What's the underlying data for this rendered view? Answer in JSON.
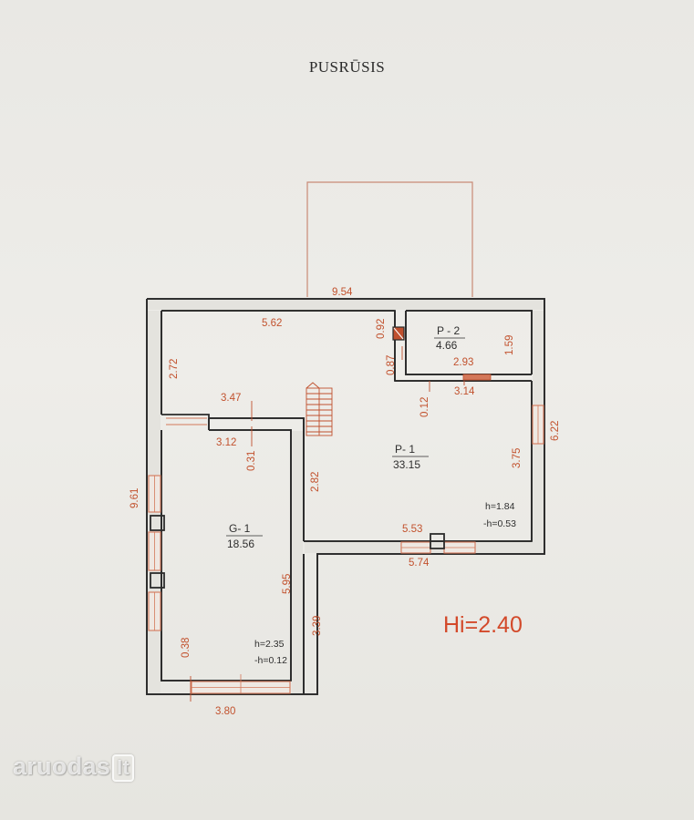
{
  "title": "PUSRŪSIS",
  "rooms": {
    "p1": {
      "label": "P- 1",
      "area": "33.15",
      "h": "h=1.84",
      "neg_h": "-h=0.53"
    },
    "p2": {
      "label": "P - 2",
      "area": "4.66"
    },
    "g1": {
      "label": "G- 1",
      "area": "18.56",
      "h": "h=2.35",
      "neg_h": "-h=0.12"
    }
  },
  "dimensions": {
    "top_outer": "9.54",
    "top_inner": "5.62",
    "p2_wall_gap": "0.92",
    "p2_door": "0.87",
    "p2_width": "2.93",
    "p2_height": "1.59",
    "p2_lower": "3.14",
    "p2_step": "0.12",
    "right_outer": "6.22",
    "right_inner": "3.75",
    "left_upper": "2.72",
    "left_outer": "9.61",
    "mid_upper": "3.47",
    "mid_lower": "3.12",
    "mid_step": "0.31",
    "corridor": "2.82",
    "g1_height": "5.95",
    "south_inner": "5.53",
    "south_outer": "5.74",
    "lower_right": "3.39",
    "bottom_step": "0.38",
    "bottom_width": "3.80"
  },
  "ceiling_height": "Hi=2.40",
  "watermark": {
    "name": "aruodas",
    "tld": "lt"
  },
  "colors": {
    "wall": "#2b2b2b",
    "dimension": "#c2522e",
    "window": "#d4785a",
    "accent": "#d3492a"
  }
}
